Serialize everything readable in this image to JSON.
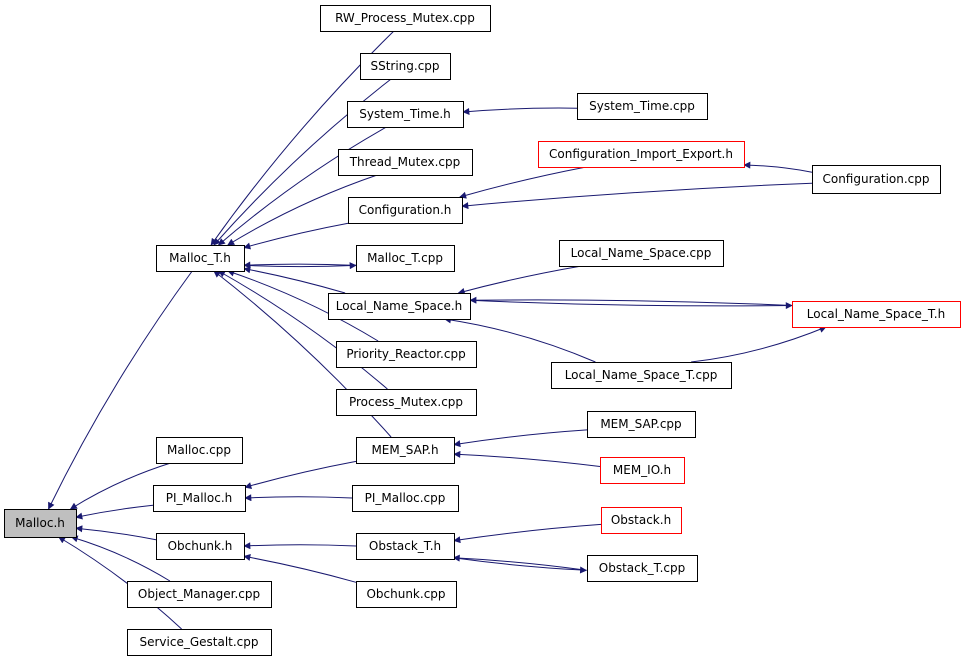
{
  "nodes": [
    {
      "id": "malloc_h",
      "label": "Malloc.h",
      "style": "root"
    },
    {
      "id": "malloc_t_h",
      "label": "Malloc_T.h"
    },
    {
      "id": "malloc_cpp",
      "label": "Malloc.cpp"
    },
    {
      "id": "pi_malloc_h",
      "label": "PI_Malloc.h"
    },
    {
      "id": "obchunk_h",
      "label": "Obchunk.h"
    },
    {
      "id": "object_manager_cpp",
      "label": "Object_Manager.cpp"
    },
    {
      "id": "service_gestalt_cpp",
      "label": "Service_Gestalt.cpp"
    },
    {
      "id": "rw_process_mutex_cpp",
      "label": "RW_Process_Mutex.cpp"
    },
    {
      "id": "sstring_cpp",
      "label": "SString.cpp"
    },
    {
      "id": "system_time_h",
      "label": "System_Time.h"
    },
    {
      "id": "thread_mutex_cpp",
      "label": "Thread_Mutex.cpp"
    },
    {
      "id": "configuration_h",
      "label": "Configuration.h"
    },
    {
      "id": "malloc_t_cpp",
      "label": "Malloc_T.cpp"
    },
    {
      "id": "local_name_space_h",
      "label": "Local_Name_Space.h"
    },
    {
      "id": "priority_reactor_cpp",
      "label": "Priority_Reactor.cpp"
    },
    {
      "id": "process_mutex_cpp",
      "label": "Process_Mutex.cpp"
    },
    {
      "id": "mem_sap_h",
      "label": "MEM_SAP.h"
    },
    {
      "id": "pi_malloc_cpp",
      "label": "PI_Malloc.cpp"
    },
    {
      "id": "obstack_t_h",
      "label": "Obstack_T.h"
    },
    {
      "id": "obchunk_cpp",
      "label": "Obchunk.cpp"
    },
    {
      "id": "system_time_cpp",
      "label": "System_Time.cpp"
    },
    {
      "id": "configuration_import_export_h",
      "label": "Configuration_Import_Export.h",
      "style": "red"
    },
    {
      "id": "configuration_cpp",
      "label": "Configuration.cpp"
    },
    {
      "id": "local_name_space_cpp",
      "label": "Local_Name_Space.cpp"
    },
    {
      "id": "local_name_space_t_h",
      "label": "Local_Name_Space_T.h",
      "style": "red"
    },
    {
      "id": "local_name_space_t_cpp",
      "label": "Local_Name_Space_T.cpp"
    },
    {
      "id": "mem_sap_cpp",
      "label": "MEM_SAP.cpp"
    },
    {
      "id": "mem_io_h",
      "label": "MEM_IO.h",
      "style": "red"
    },
    {
      "id": "obstack_h",
      "label": "Obstack.h",
      "style": "red"
    },
    {
      "id": "obstack_t_cpp",
      "label": "Obstack_T.cpp"
    }
  ],
  "edges": [
    {
      "from": "malloc_t_h",
      "to": "malloc_h"
    },
    {
      "from": "malloc_cpp",
      "to": "malloc_h"
    },
    {
      "from": "pi_malloc_h",
      "to": "malloc_h"
    },
    {
      "from": "obchunk_h",
      "to": "malloc_h"
    },
    {
      "from": "object_manager_cpp",
      "to": "malloc_h"
    },
    {
      "from": "service_gestalt_cpp",
      "to": "malloc_h"
    },
    {
      "from": "rw_process_mutex_cpp",
      "to": "malloc_t_h"
    },
    {
      "from": "sstring_cpp",
      "to": "malloc_t_h"
    },
    {
      "from": "system_time_h",
      "to": "malloc_t_h"
    },
    {
      "from": "thread_mutex_cpp",
      "to": "malloc_t_h"
    },
    {
      "from": "configuration_h",
      "to": "malloc_t_h"
    },
    {
      "from": "malloc_t_cpp",
      "to": "malloc_t_h"
    },
    {
      "from": "malloc_t_h",
      "to": "malloc_t_cpp"
    },
    {
      "from": "local_name_space_h",
      "to": "malloc_t_h"
    },
    {
      "from": "priority_reactor_cpp",
      "to": "malloc_t_h"
    },
    {
      "from": "process_mutex_cpp",
      "to": "malloc_t_h"
    },
    {
      "from": "mem_sap_h",
      "to": "malloc_t_h"
    },
    {
      "from": "mem_sap_h",
      "to": "pi_malloc_h"
    },
    {
      "from": "pi_malloc_cpp",
      "to": "pi_malloc_h"
    },
    {
      "from": "obstack_t_h",
      "to": "obchunk_h"
    },
    {
      "from": "obchunk_cpp",
      "to": "obchunk_h"
    },
    {
      "from": "system_time_cpp",
      "to": "system_time_h"
    },
    {
      "from": "configuration_import_export_h",
      "to": "configuration_h"
    },
    {
      "from": "configuration_cpp",
      "to": "configuration_h"
    },
    {
      "from": "configuration_cpp",
      "to": "configuration_import_export_h"
    },
    {
      "from": "local_name_space_cpp",
      "to": "local_name_space_h"
    },
    {
      "from": "local_name_space_h",
      "to": "local_name_space_t_h"
    },
    {
      "from": "local_name_space_t_h",
      "to": "local_name_space_h"
    },
    {
      "from": "local_name_space_t_cpp",
      "to": "local_name_space_h"
    },
    {
      "from": "local_name_space_t_cpp",
      "to": "local_name_space_t_h"
    },
    {
      "from": "mem_sap_cpp",
      "to": "mem_sap_h"
    },
    {
      "from": "mem_io_h",
      "to": "mem_sap_h"
    },
    {
      "from": "obstack_h",
      "to": "obstack_t_h"
    },
    {
      "from": "obstack_t_h",
      "to": "obstack_t_cpp"
    },
    {
      "from": "obstack_t_cpp",
      "to": "obstack_t_h"
    }
  ]
}
